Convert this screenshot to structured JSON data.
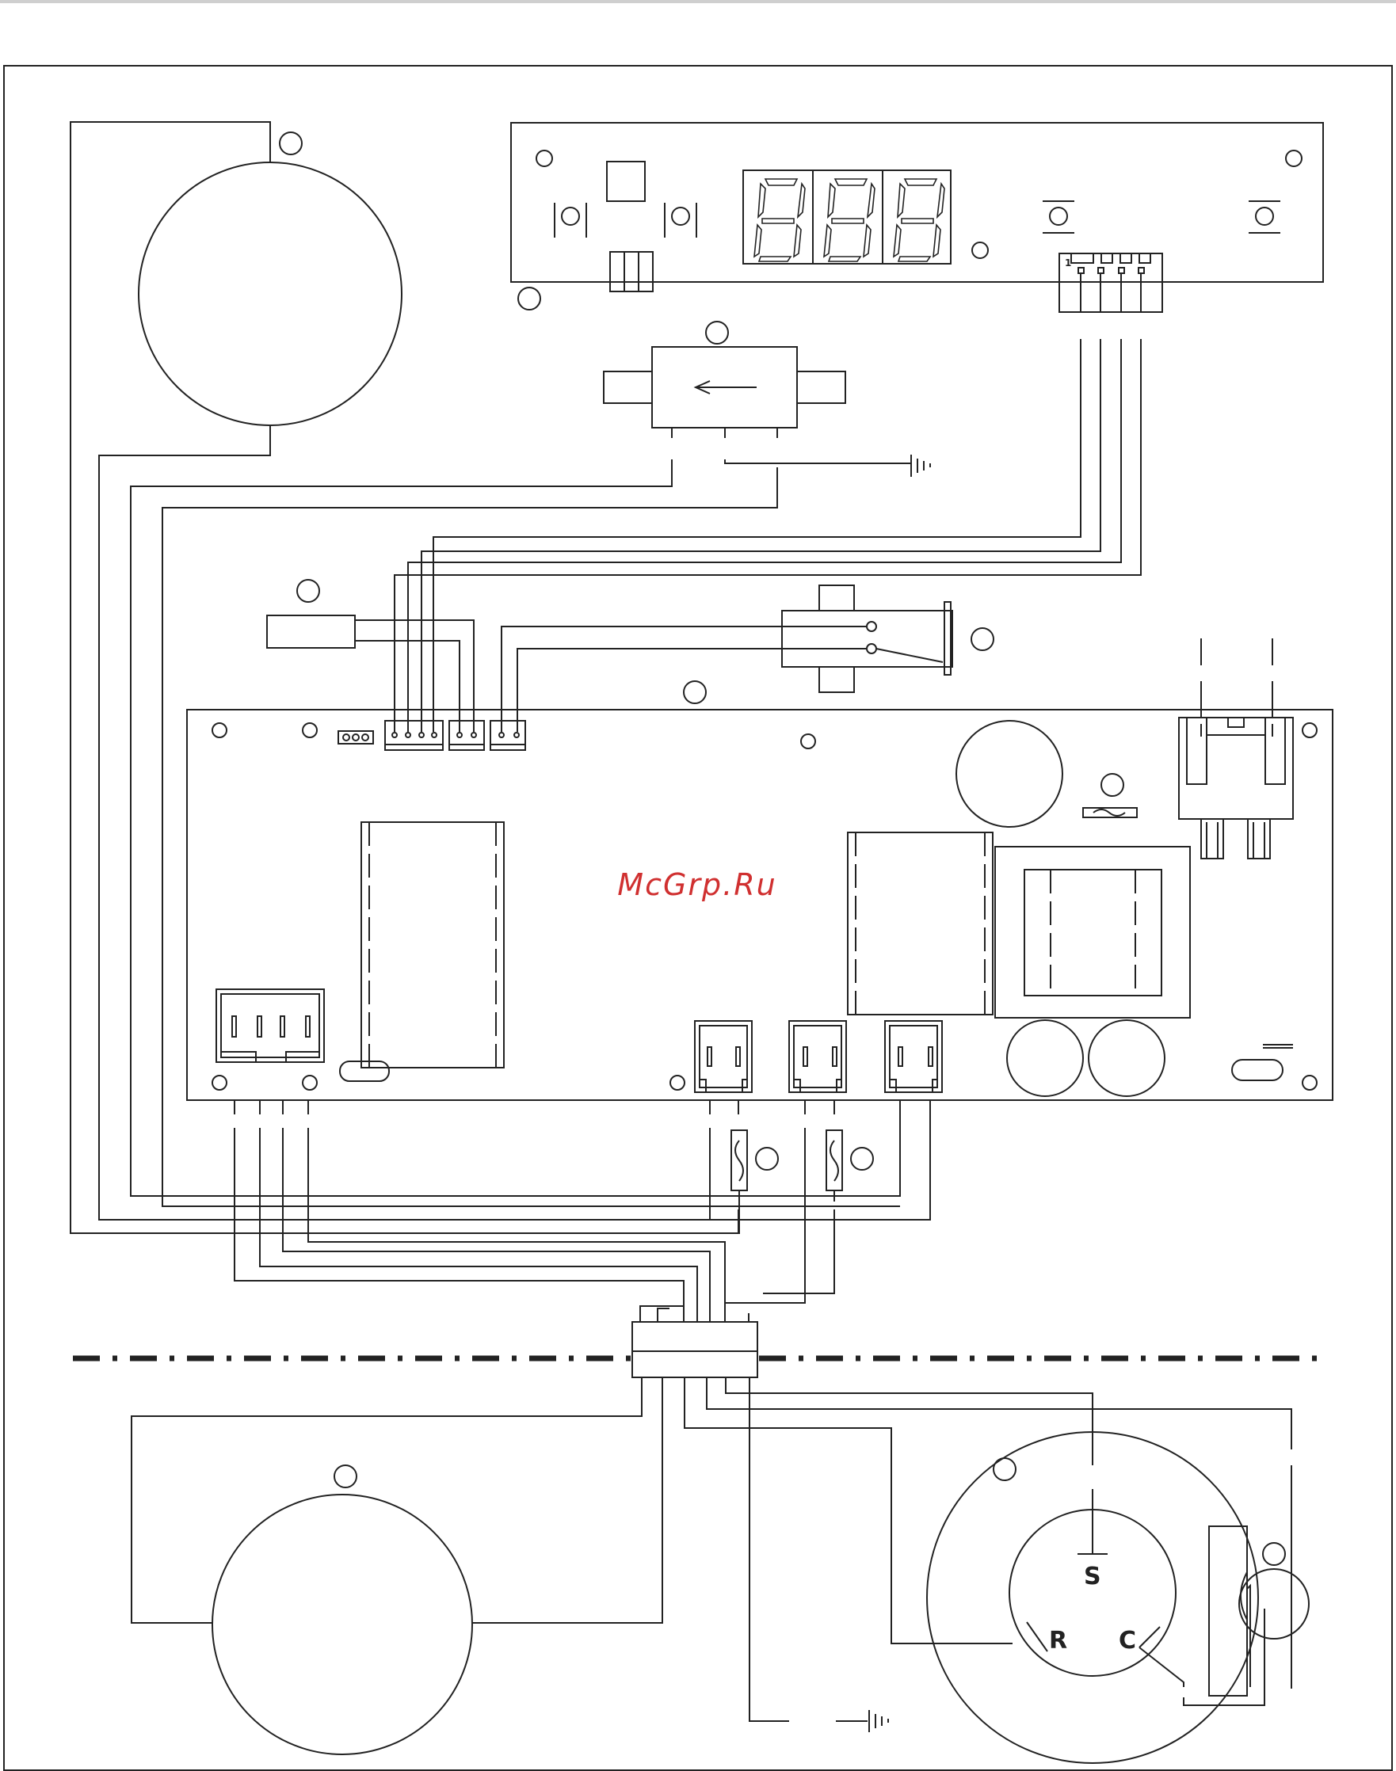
{
  "watermark": "McGrp.Ru",
  "terminals": {
    "s": "S",
    "r": "R",
    "c": "C"
  },
  "display_board": {
    "pin_one": "1"
  },
  "colors": {
    "line": "#222222",
    "watermark": "#d03030",
    "top_rule": "#cfcfcf"
  }
}
